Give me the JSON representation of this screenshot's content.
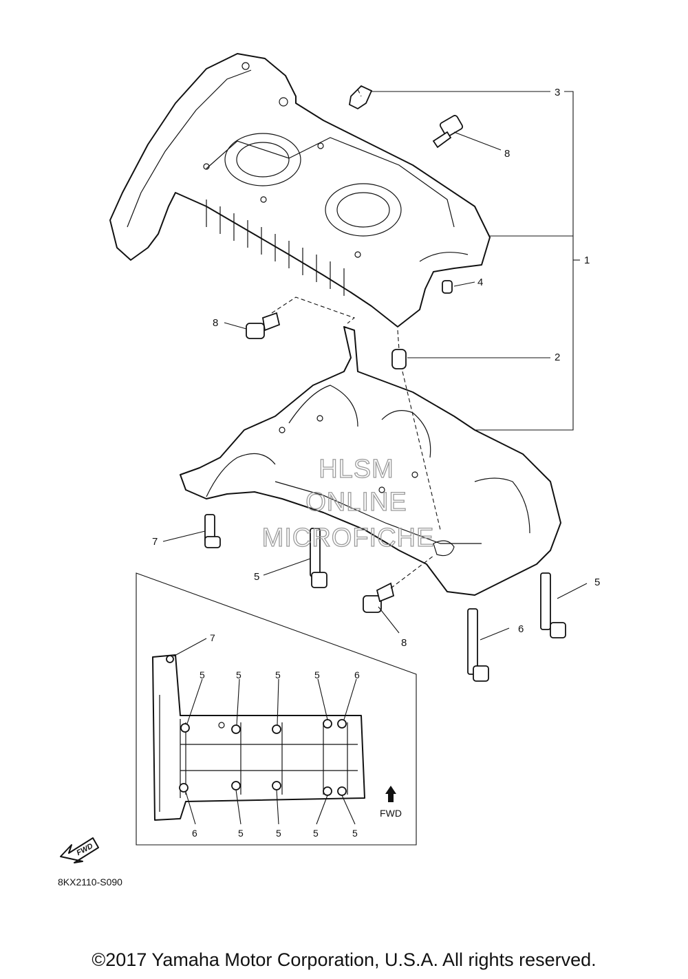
{
  "callouts": {
    "c3": "3",
    "c8_top": "8",
    "c1": "1",
    "c4": "4",
    "c8_left": "8",
    "c2": "2",
    "c7": "7",
    "c5_left": "5",
    "c5_right": "5",
    "c8_bottom": "8",
    "c6": "6"
  },
  "inset": {
    "top_labels": [
      "7",
      "5",
      "5",
      "5",
      "5",
      "6"
    ],
    "bottom_labels": [
      "6",
      "5",
      "5",
      "5",
      "5"
    ],
    "fwd_label": "FWD"
  },
  "watermark": {
    "line1": "HLSM",
    "line2": "ONLINE",
    "line3": "MICROFICHE"
  },
  "fwd_badge": "FWD",
  "diagram_code": "8KX2110-S090",
  "copyright": "©2017 Yamaha Motor Corporation, U.S.A. All rights reserved."
}
